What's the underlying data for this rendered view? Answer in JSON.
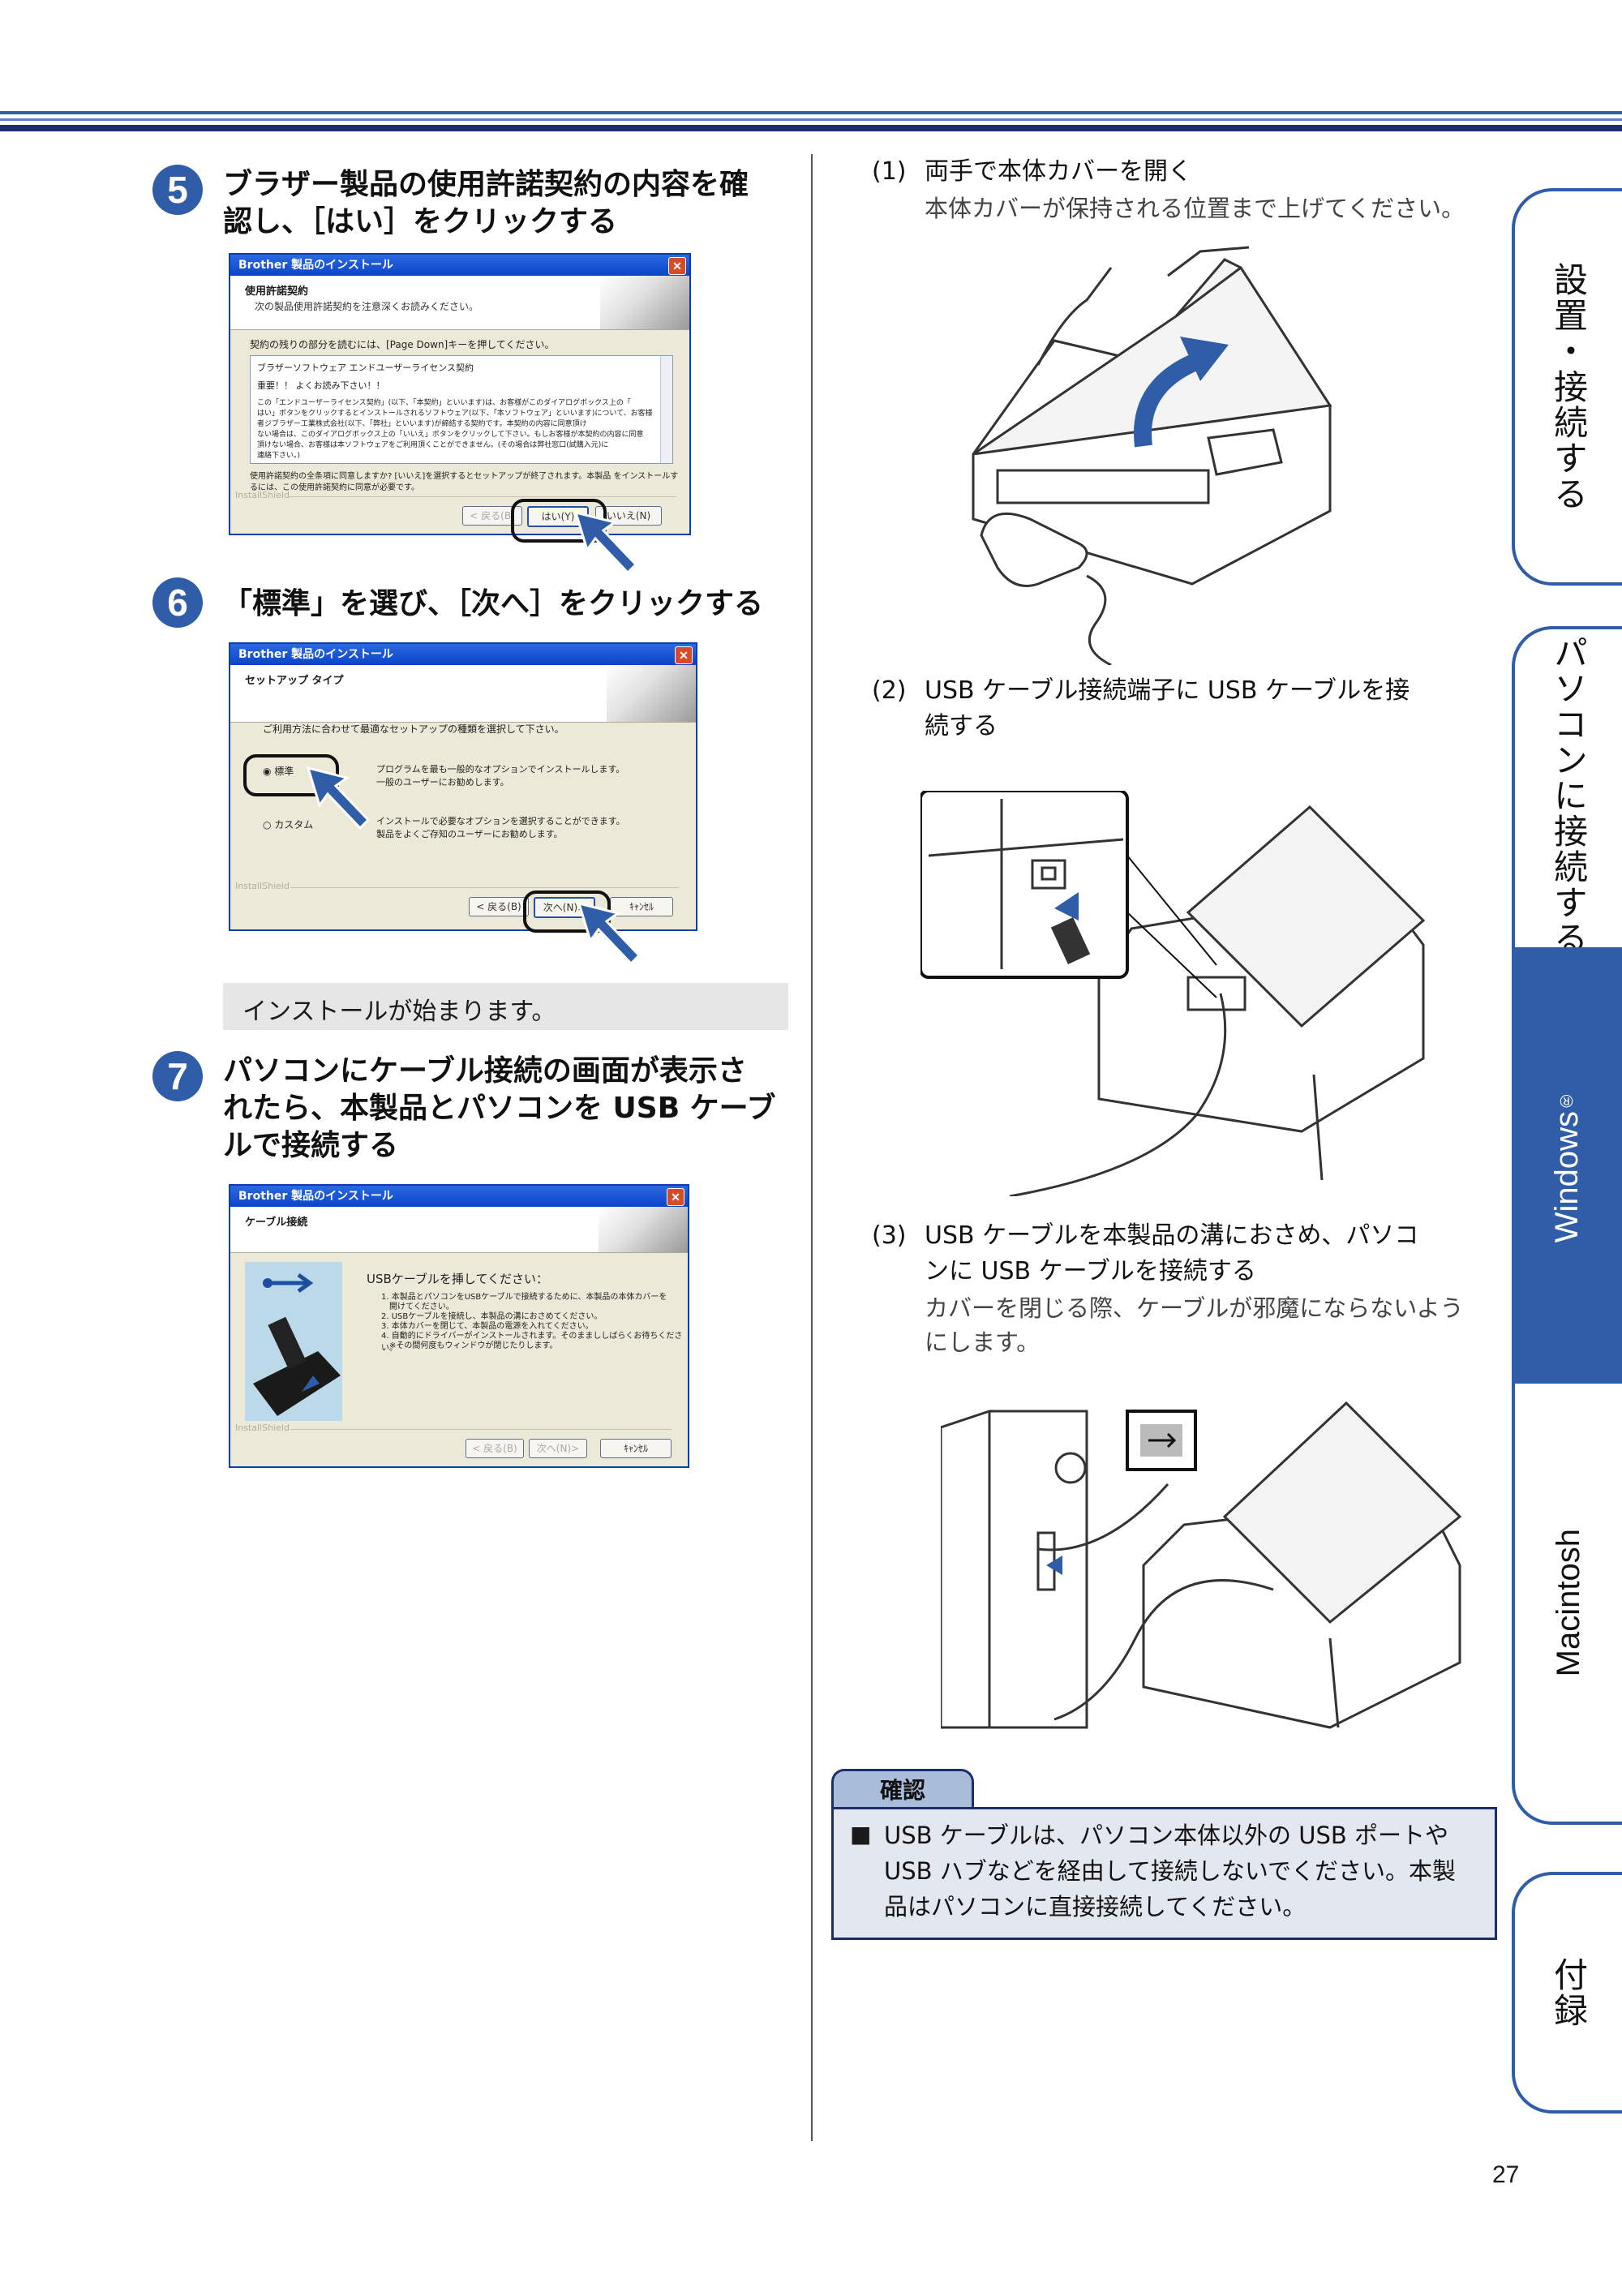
{
  "colors": {
    "accent": "#2f5da8",
    "dark_navy": "#1c2f6a",
    "gray_box": "#e6e6e6",
    "note_bg": "#e3e8f0"
  },
  "step5": {
    "number": "5",
    "title_l1": "ブラザー製品の使用許諾契約の内容を確",
    "title_l2": "認し、［はい］をクリックする",
    "window": {
      "title": "Brother 製品のインストール",
      "head1": "使用許諾契約",
      "head2": "次の製品使用許諾契約を注意深くお読みください。",
      "instruction": "契約の残りの部分を読むには、[Page Down]キーを押してください。",
      "license_l1": "ブラザーソフトウェア エンドユーザーライセンス契約",
      "license_l2": "重要！！ よくお読み下さい！！",
      "license_l3": "この「エンドユーザーライセンス契約」(以下、「本契約」といいます)は、お客様がこのダイアログボックス上の「",
      "license_l4": "はい」ボタンをクリックするとインストールされるソフトウェア(以下、「本ソフトウェア」といいます)について、お客様",
      "license_l5": "者ジブラザー工業株式会社(以下、「弊社」といいます)が締結する契約です。本契約の内容に同意頂け",
      "license_l6": "ない場合は、このダイアログボックス上の「いいえ」ボタンをクリックして下さい。もしお客様が本契約の内容に同意",
      "license_l7": "頂けない場合、お客様は本ソフトウェアをご利用頂くことができません。(その場合は弊社窓口(試購入元)に",
      "license_l8": "連絡下さい。)",
      "question_l1": "使用許諾契約の全条項に同意しますか? [いいえ]を選択するとセットアップが終了されます。本製品 をインストールす",
      "question_l2": "るには、この使用許諾契約に同意が必要です。",
      "brand": "InstallShield",
      "back": "< 戻る(B)",
      "yes": "はい(Y)",
      "no": "いいえ(N)"
    }
  },
  "step6": {
    "number": "6",
    "title": "「標準」を選び、［次へ］をクリックする",
    "window": {
      "title": "Brother 製品のインストール",
      "head1": "セットアップ タイプ",
      "instruction": "ご利用方法に合わせて最適なセットアップの種類を選択して下さい。",
      "opt1": "標準",
      "opt1_desc_l1": "プログラムを最も一般的なオプションでインストールします。",
      "opt1_desc_l2": "一般のユーザーにお勧めします。",
      "opt2": "カスタム",
      "opt2_desc_l1": "インストールで必要なオプションを選択することができます。",
      "opt2_desc_l2": "製品をよくご存知のユーザーにお勧めします。",
      "brand": "InstallShield",
      "back": "< 戻る(B)",
      "next": "次へ(N)>",
      "cancel": "ｷｬﾝｾﾙ"
    }
  },
  "install_note": "インストールが始まります。",
  "step7": {
    "number": "7",
    "title_l1": "パソコンにケーブル接続の画面が表示さ",
    "title_l2": "れたら、本製品とパソコンを USB ケーブ",
    "title_l3": "ルで接続する",
    "window": {
      "title": "Brother 製品のインストール",
      "head1": "ケーブル接続",
      "heading": "USBケーブルを挿してください：",
      "l1": "1. 本製品とパソコンをUSBケーブルで接続するために、本製品の本体カバーを",
      "l1b": "開けてください。",
      "l2": "2. USBケーブルを接続し、本製品の溝におさめてください。",
      "l3": "3. 本体カバーを閉じて、本製品の電源を入れてください。",
      "l4": "4. 自動的にドライバーがインストールされます。そのままししばらくお待ちください。",
      "l5": "※その間何度もウィンドウが閉じたりします。",
      "brand": "InstallShield",
      "back": "< 戻る(B)",
      "next": "次へ(N)>",
      "cancel": "ｷｬﾝｾﾙ"
    }
  },
  "sub1": {
    "num": "(1)",
    "title": "両手で本体カバーを開く",
    "desc": "本体カバーが保持される位置まで上げてください。"
  },
  "sub2": {
    "num": "(2)",
    "title_l1": "USB ケーブル接続端子に USB ケーブルを接",
    "title_l2": "続する"
  },
  "sub3": {
    "num": "(3)",
    "title_l1": "USB ケーブルを本製品の溝におさめ、パソコ",
    "title_l2": "ンに USB ケーブルを接続する",
    "desc_l1": "カバーを閉じる際、ケーブルが邪魔にならないよう",
    "desc_l2": "にします。"
  },
  "confirm": {
    "label": "確認",
    "bullet": "■",
    "l1": "USB ケーブルは、パソコン本体以外の USB ポートや",
    "l2": "USB ハブなどを経由して接続しないでください。本製",
    "l3": "品はパソコンに直接接続してください。"
  },
  "tabs": {
    "setup": "設置・接続する",
    "pc": "パソコンに接続する",
    "windows": "Windows",
    "windows_mark": "®",
    "mac": "Macintosh",
    "appendix": "付録"
  },
  "page_number": "27"
}
